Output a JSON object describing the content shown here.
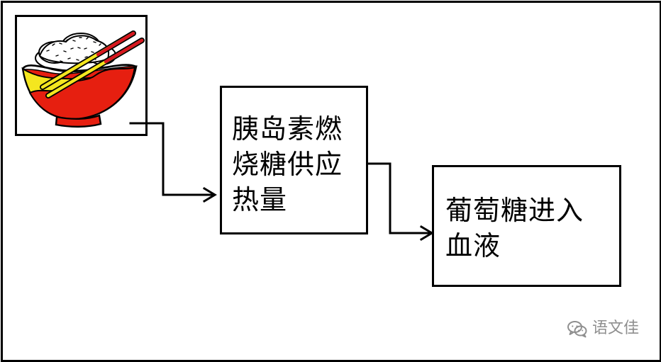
{
  "nodes": {
    "rice_bowl": {
      "icon": "rice-bowl-icon"
    },
    "insulin": {
      "line1": "胰岛素燃",
      "line2": "烧糖供应",
      "line3": "热量"
    },
    "glucose": {
      "line1": "葡萄糖进入",
      "line2": "血液"
    }
  },
  "watermark": {
    "text": "语文佳",
    "icon": "wechat-icon"
  },
  "colors": {
    "line": "#000000",
    "bowl_yellow": "#f4e61f",
    "bowl_red": "#e61f10",
    "chopstick_red": "#d71620",
    "rice_white": "#ffffff",
    "watermark_gray": "#8f8f8f"
  }
}
